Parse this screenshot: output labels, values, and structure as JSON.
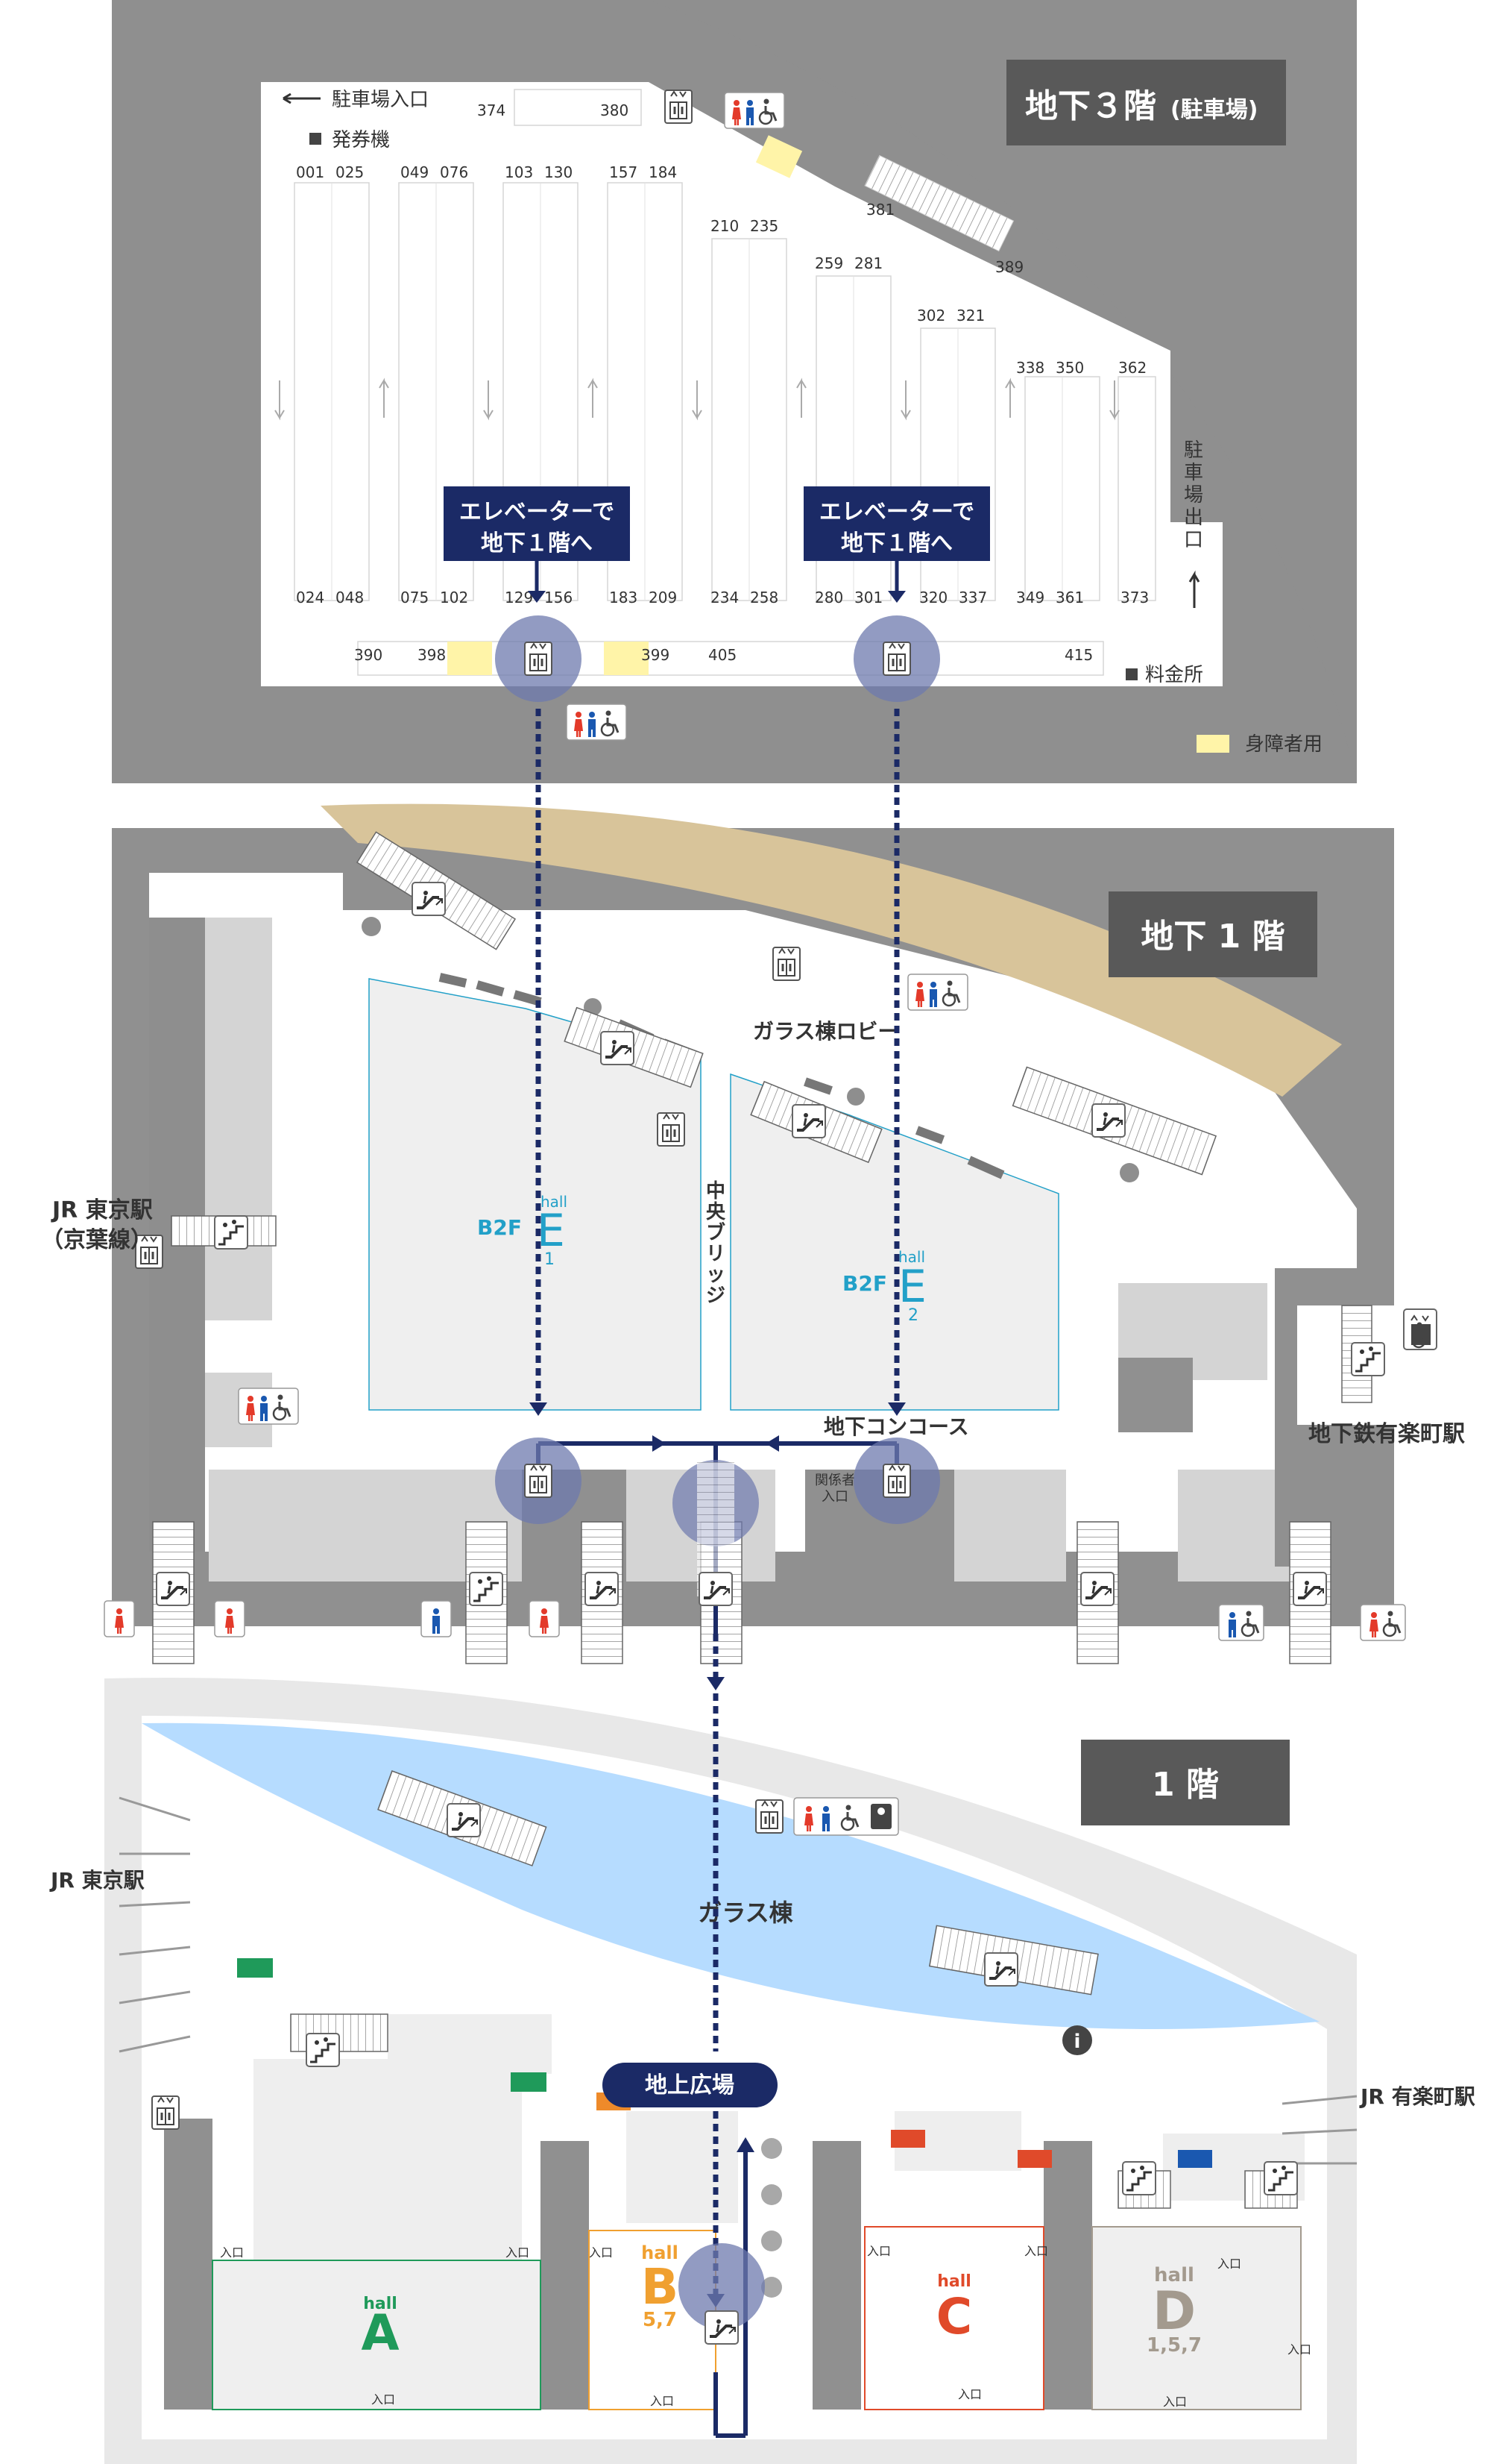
{
  "floors": {
    "b3": {
      "title": "地下３階",
      "suffix": "(駐車場)"
    },
    "b1": {
      "title": "地下 1 階"
    },
    "f1": {
      "title": "1 階"
    }
  },
  "parking": {
    "entrance": "駐車場入口",
    "ticket": "発券機",
    "exit_chars": [
      "駐",
      "車",
      "場",
      "出",
      "口"
    ],
    "toll": "料金所",
    "disabled_legend": "身障者用",
    "elevator_note_line1": "エレベーターで",
    "elevator_note_line2": "地下１階へ",
    "space_numbers": [
      "374",
      "380",
      "001",
      "025",
      "049",
      "076",
      "103",
      "130",
      "157",
      "184",
      "210",
      "235",
      "259",
      "281",
      "381",
      "389",
      "302",
      "321",
      "338",
      "350",
      "362",
      "024",
      "048",
      "075",
      "102",
      "129",
      "156",
      "183",
      "209",
      "234",
      "258",
      "280",
      "301",
      "320",
      "337",
      "349",
      "361",
      "373",
      "390",
      "398",
      "399",
      "405",
      "415"
    ]
  },
  "b1": {
    "glass_lobby": "ガラス棟ロビー",
    "central_bridge_chars": [
      "中",
      "央",
      "ブ",
      "リ",
      "ッ",
      "ジ"
    ],
    "concourse": "地下コンコース",
    "staff_line1": "関係者",
    "staff_line2": "入口",
    "jr_tokyo_line1": "JR 東京駅",
    "jr_tokyo_line2": "（京葉線）",
    "subway_yurakucho": "地下鉄有楽町駅",
    "hall_e1": {
      "floor": "B2F",
      "small": "hall",
      "letter": "E",
      "num": "1"
    },
    "hall_e2": {
      "floor": "B2F",
      "small": "hall",
      "letter": "E",
      "num": "2"
    }
  },
  "f1": {
    "glass_building": "ガラス棟",
    "ground_plaza": "地上広場",
    "jr_tokyo": "JR 東京駅",
    "jr_yurakucho": "JR 有楽町駅",
    "entrance": "入口",
    "hall_a": {
      "small": "hall",
      "letter": "A"
    },
    "hall_b": {
      "small": "hall",
      "letter": "B",
      "num": "5,7"
    },
    "hall_c": {
      "small": "hall",
      "letter": "C"
    },
    "hall_d": {
      "small": "hall",
      "letter": "D",
      "num": "1,5,7"
    },
    "info": "i"
  },
  "colors": {
    "navy": "#1b2a66",
    "hall_a": "#1f9a5a",
    "hall_b": "#f0a030",
    "hall_c": "#e04a2a",
    "hall_d": "#a39a8e",
    "hall_e": "#22a0c8",
    "water": "#b6dcff",
    "tan": "#d8c49a",
    "disabled_spot": "#fff4a8",
    "female": "#e33a2a",
    "male": "#1a58b0"
  },
  "icons": [
    "elevator-icon",
    "escalator-icon",
    "stairs-icon",
    "restroom-female-icon",
    "restroom-male-icon",
    "wheelchair-icon",
    "nursing-room-icon",
    "info-icon",
    "exit-sign-icon"
  ]
}
